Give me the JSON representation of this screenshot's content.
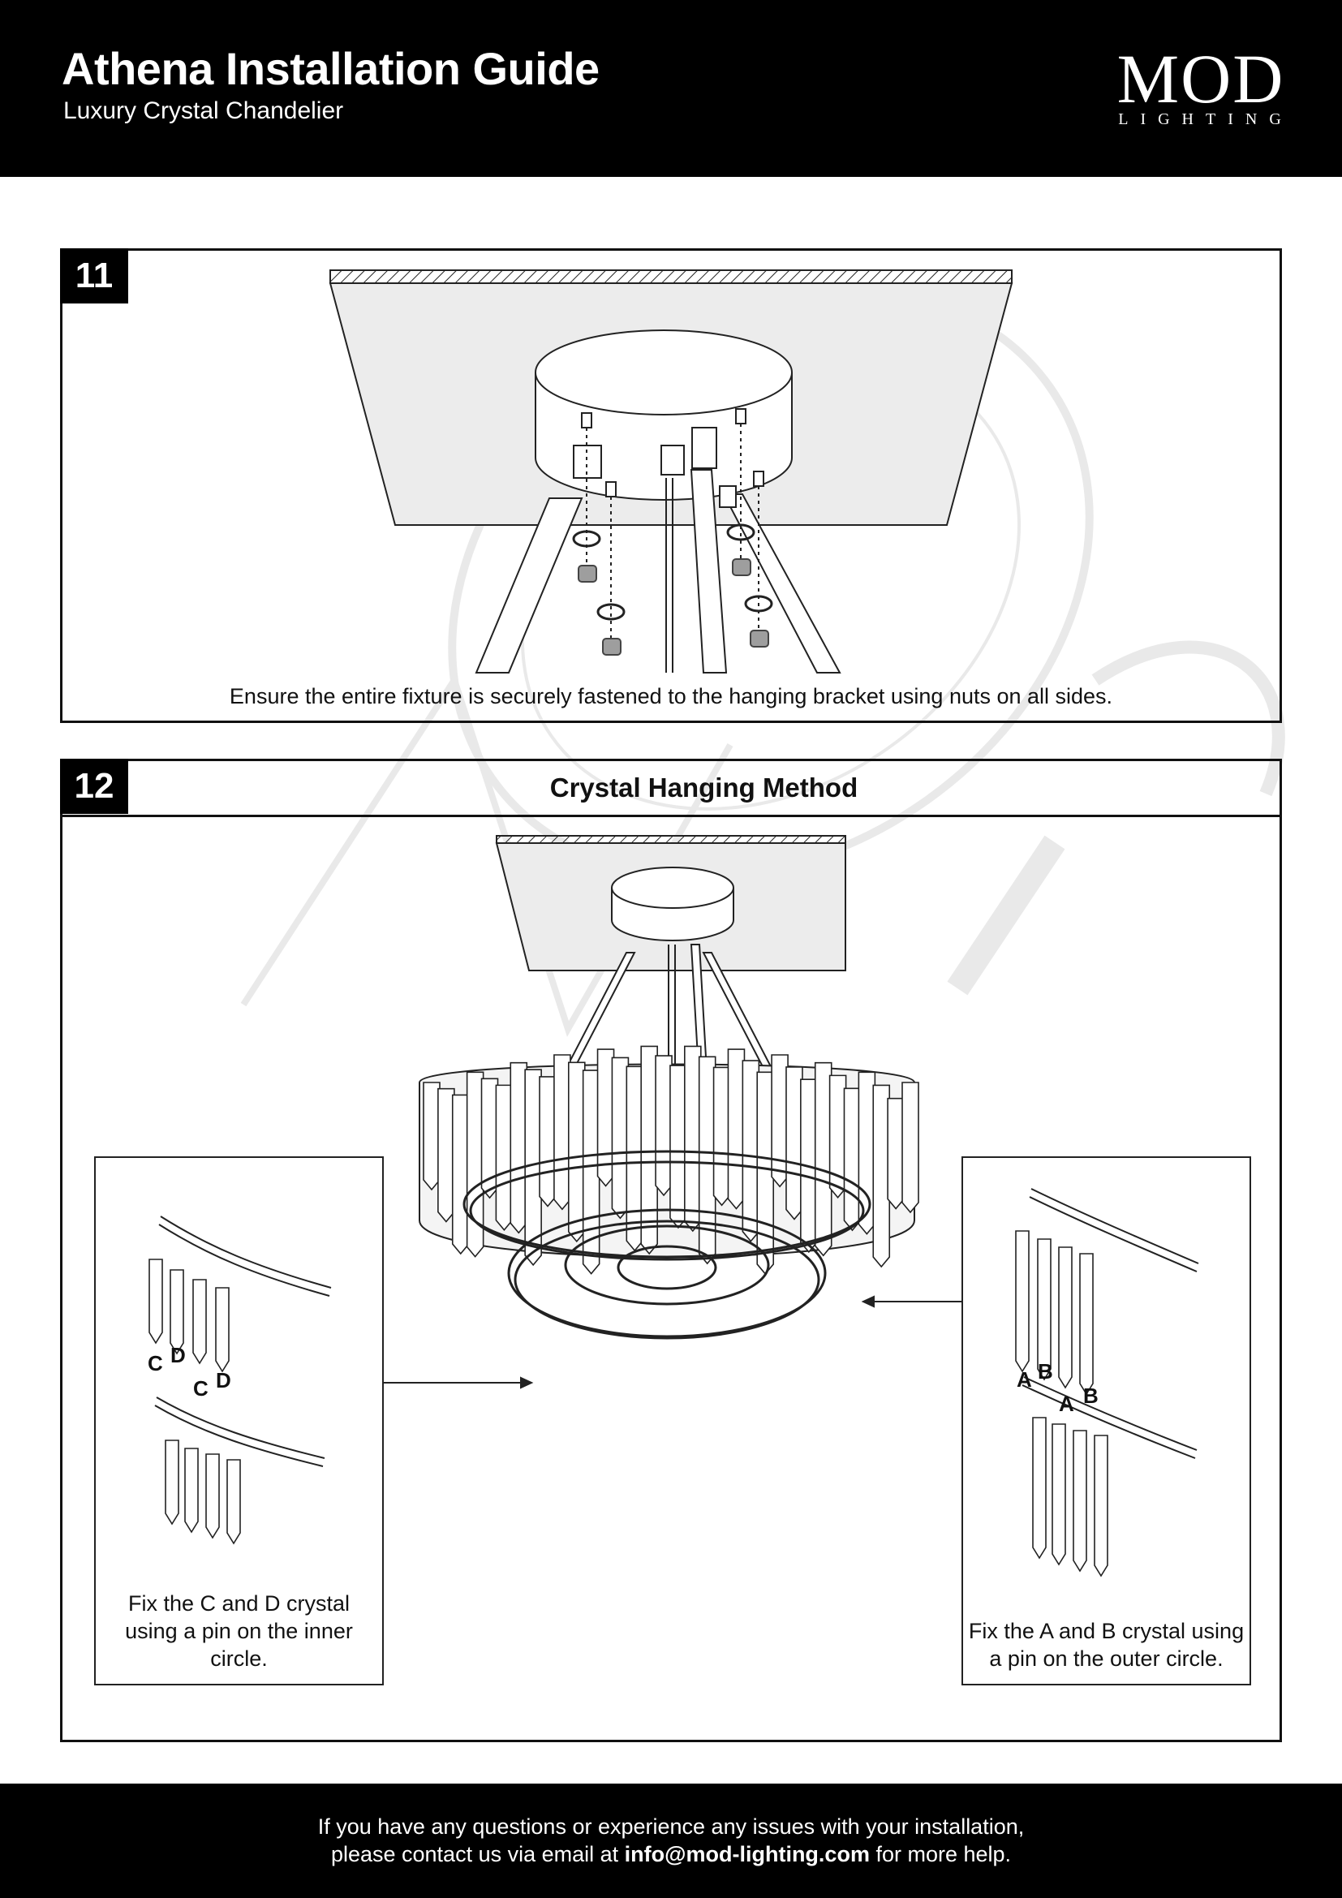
{
  "header": {
    "title": "Athena Installation Guide",
    "subtitle": "Luxury Crystal Chandelier",
    "logo_word": "MOD",
    "logo_sub": "LIGHTING"
  },
  "step_11": {
    "number": "11",
    "caption": "Ensure the entire fixture is securely fastened to the hanging bracket using nuts on all sides."
  },
  "step_12": {
    "number": "12",
    "heading": "Crystal Hanging Method",
    "inner_circle": {
      "labels": [
        "C",
        "D",
        "C",
        "D"
      ],
      "instruction": "Fix the C and D crystal using a pin on the inner circle."
    },
    "outer_circle": {
      "labels": [
        "A",
        "B",
        "A",
        "B"
      ],
      "instruction": "Fix the A and B crystal using a pin on the outer circle."
    }
  },
  "footer": {
    "line1": "If you have any questions or experience any issues with your installation,",
    "line2_prefix": "please contact us via email at",
    "email": "info@mod-lighting.com",
    "line2_suffix": "for more help."
  },
  "colors": {
    "band": "#000000",
    "text": "#111111",
    "watermark": "#ececec"
  }
}
